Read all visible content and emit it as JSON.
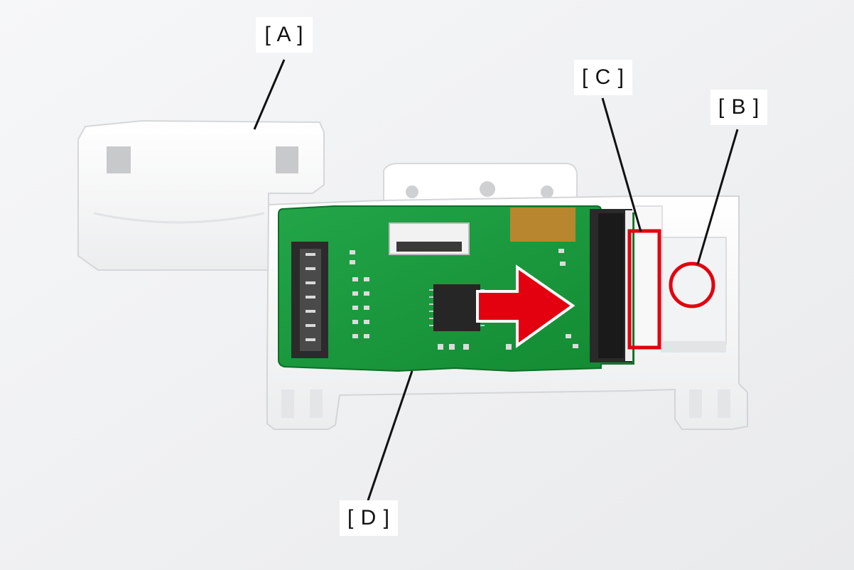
{
  "callouts": {
    "a": "[ A ]",
    "b": "[ B ]",
    "c": "[ C ]",
    "d": "[ D ]"
  },
  "colors": {
    "background": "#f1f2f3",
    "bracket_plastic": "#fbfbfa",
    "pcb_green": "#1c9a3c",
    "connector_black": "#2b2b2b",
    "highlight_red": "#e3000f",
    "leader_line": "#111111"
  },
  "icons": {
    "arrow": "right-arrow-icon",
    "circle": "circle-marker-icon",
    "box": "rectangle-highlight-icon"
  }
}
